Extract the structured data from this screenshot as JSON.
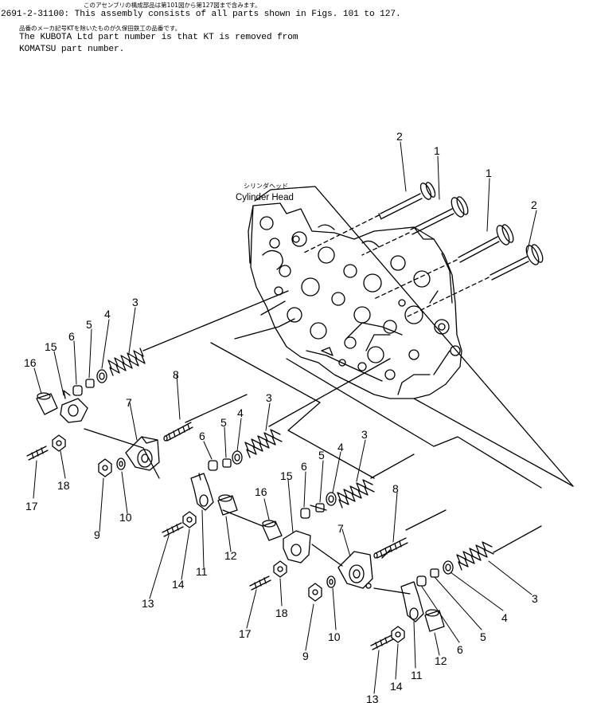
{
  "header": {
    "line1_jp": "このアセンブリの構成部品は第101図から第127図まで含みます。",
    "line1_en": "2691-2-31100: This assembly consists of all parts shown in Figs. 101 to 127.",
    "line2_jp": "品番のメーカ記号KTを除いたものが久保田鉄工の品番です。",
    "line3_en": "The KUBOTA Ltd part number is that KT is removed from",
    "line4_en": "KOMATSU part number."
  },
  "diagram": {
    "cylinder_head_jp": "シリンダヘッド",
    "cylinder_head_en": "Cylinder Head",
    "callouts": {
      "valve_1a": "1",
      "valve_1b": "1",
      "valve_2a": "2",
      "valve_2b": "2",
      "spring_3a": "3",
      "spring_3b": "3",
      "spring_3c": "3",
      "spring_3d": "3",
      "seat_4a": "4",
      "seat_4b": "4",
      "seat_4c": "4",
      "seat_4d": "4",
      "cotter_5a": "5",
      "cotter_5b": "5",
      "cotter_5c": "5",
      "cotter_5d": "5",
      "cap_6a": "6",
      "cap_6b": "6",
      "cap_6c": "6",
      "cap_6d": "6",
      "bracket_7a": "7",
      "bracket_7b": "7",
      "stud_8a": "8",
      "stud_8b": "8",
      "nut_9a": "9",
      "nut_9b": "9",
      "washer_10a": "10",
      "washer_10b": "10",
      "arm_11a": "11",
      "arm_11b": "11",
      "bush_12a": "12",
      "bush_12b": "12",
      "screw_13a": "13",
      "screw_13b": "13",
      "nut_14a": "14",
      "nut_14b": "14",
      "arm_15a": "15",
      "arm_15b": "15",
      "bush_16a": "16",
      "bush_16b": "16",
      "screw_17a": "17",
      "screw_17b": "17",
      "nut_18a": "18",
      "nut_18b": "18"
    }
  }
}
